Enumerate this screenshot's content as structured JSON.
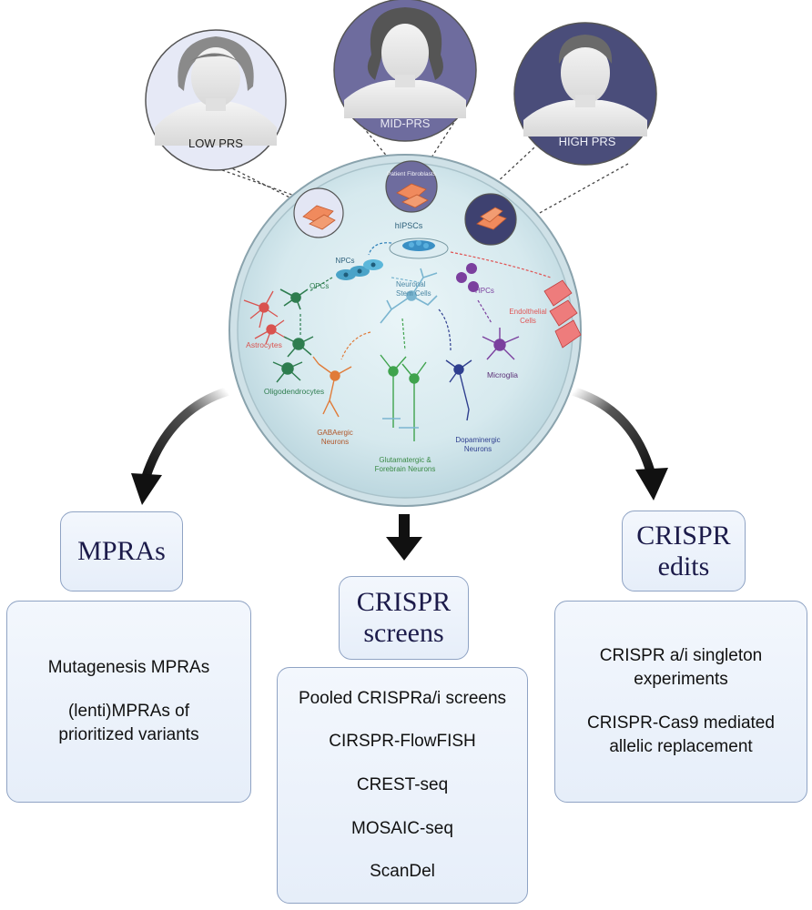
{
  "portraits": {
    "low": "LOW PRS",
    "mid": "MID-PRS",
    "high": "HIGH PRS"
  },
  "fibroblast_label": "Patient Fibroblasts",
  "dish_labels": {
    "hipscs": "hIPSCs",
    "npcs": "NPCs",
    "neuronal_stem_cells": "Neuronal Stem Cells",
    "opcs": "OPCs",
    "astrocytes": "Astrocytes",
    "oligodendrocytes": "Oligodendrocytes",
    "gabaergic": "GABAergic Neurons",
    "glutamatergic": "Glutamatergic & Forebrain Neurons",
    "dopaminergic": "Dopaminergic Neurons",
    "hpcs": "HPCs",
    "microglia": "Microglia",
    "endothelial": "Endolthelial Cells"
  },
  "colors": {
    "low_portrait": "#e6e9f6",
    "mid_portrait": "#6e6c9e",
    "high_portrait": "#4a4d7a",
    "astrocytes": "#d9534f",
    "oligodendrocytes": "#2e7d4f",
    "gabaergic": "#e07b39",
    "glutamatergic": "#3fa34d",
    "dopaminergic": "#2f3f8f",
    "microglia": "#7b3f9e",
    "endothelial": "#e05555",
    "npcs": "#4aa3c8",
    "title_text": "#1c1b4a"
  },
  "methods": {
    "mpras": {
      "title": "MPRAs",
      "items": [
        "Mutagenesis MPRAs",
        "(lenti)MPRAs of prioritized variants"
      ]
    },
    "screens": {
      "title_line1": "CRISPR",
      "title_line2": "screens",
      "items": [
        "Pooled CRISPRa/i screens",
        "CIRSPR-FlowFISH",
        "CREST-seq",
        "MOSAIC-seq",
        "ScanDel"
      ]
    },
    "edits": {
      "title_line1": "CRISPR",
      "title_line2": "edits",
      "items": [
        "CRISPR a/i singleton experiments",
        "CRISPR-Cas9 mediated allelic replacement"
      ]
    }
  }
}
